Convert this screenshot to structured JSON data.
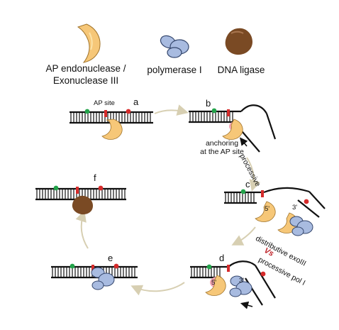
{
  "legend": {
    "ap_endo": "AP endonuclease /\nExonuclease III",
    "pol": "polymerase I",
    "ligase": "DNA ligase"
  },
  "panels": {
    "a": "a",
    "b": "b",
    "c": "c",
    "d": "d",
    "e": "e",
    "f": "f"
  },
  "annotations": {
    "ap_site": "AP site",
    "anchoring": "anchoring\nat the AP site",
    "processive": "processive",
    "distributive": "distributive exoIII",
    "vs": "Vs",
    "processive_pol": "processive pol I",
    "five_prime": "5'",
    "three_prime": "3'"
  },
  "colors": {
    "endo": "#f6c778",
    "endo_tip": "#fbe3a9",
    "pol": "#a8bbe0",
    "ligase": "#7a4a24",
    "ap_site": "#d62b2b",
    "green_marker": "#22a34a",
    "red_marker": "#d62b2b",
    "arrow": "#d7cfb2",
    "pink": "#f4a6b2"
  }
}
